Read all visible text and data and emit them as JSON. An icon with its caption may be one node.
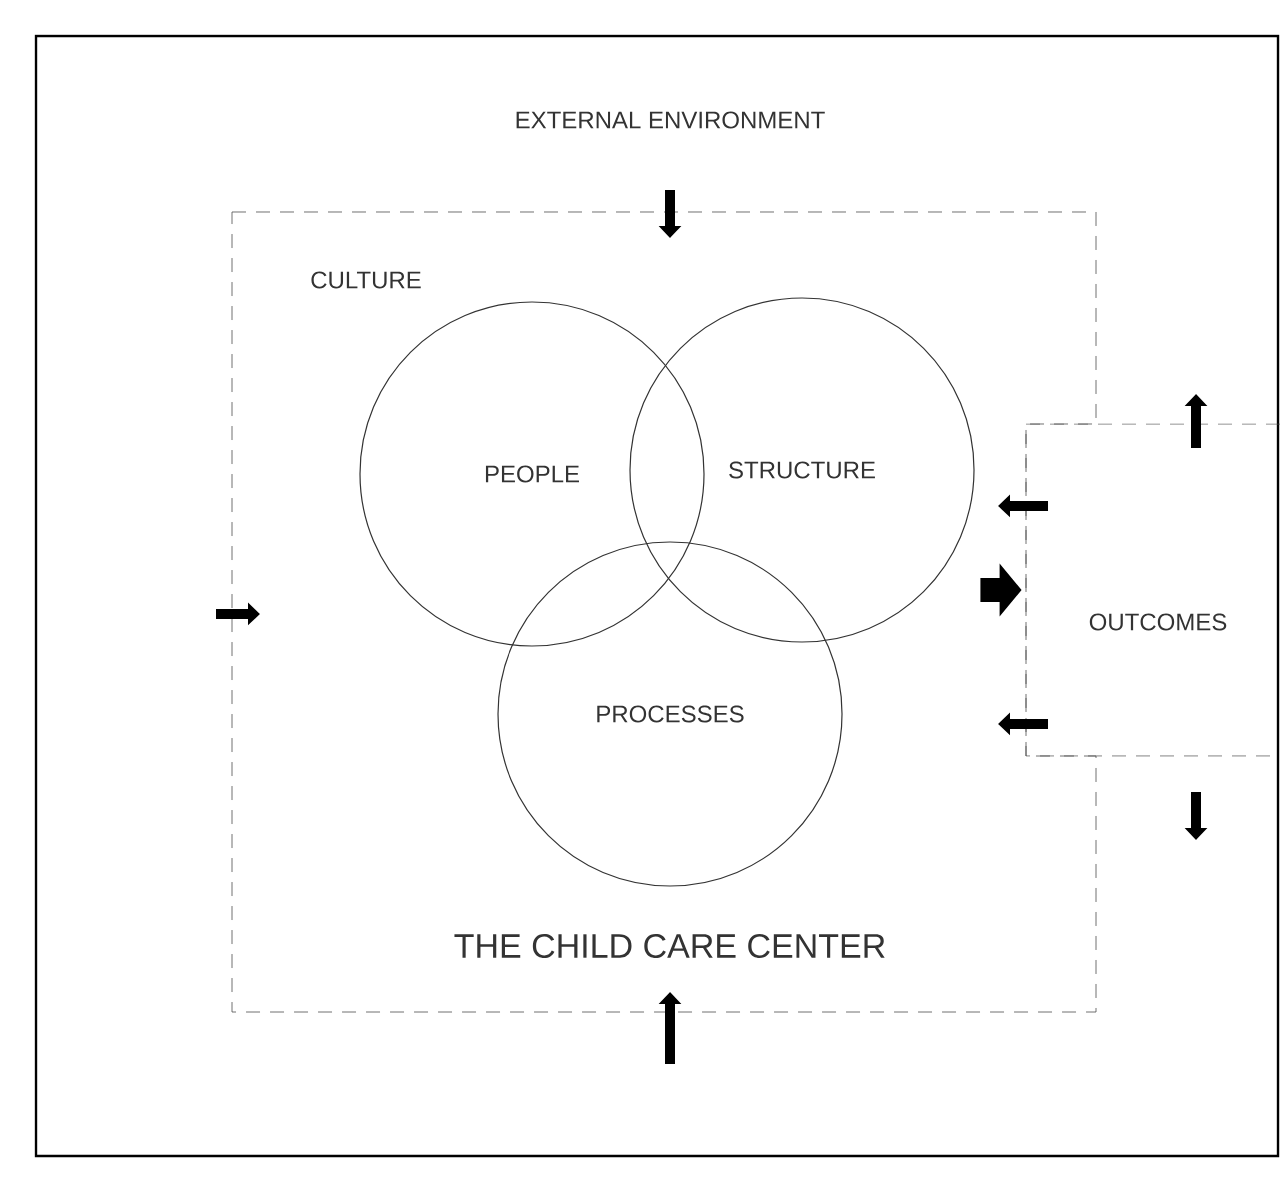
{
  "diagram": {
    "nodes": [
      {
        "text": [
          "EXTERNAL ENVIRONMENT"
        ]
      },
      {
        "text": [
          "CULTURE",
          "THE CHILD CARE CENTER"
        ],
        "in": 0
      },
      {
        "text": [
          "PEOPLE"
        ],
        "in": 1
      },
      {
        "text": [
          "STRUCTURE"
        ],
        "in": 1
      },
      {
        "text": [
          "PROCESSES"
        ],
        "in": 1
      },
      {
        "text": [
          "OUTCOMES"
        ],
        "in": 0
      }
    ],
    "edges": [
      {
        "from": 1,
        "to": 5,
        "arrow": "to"
      }
    ]
  }
}
